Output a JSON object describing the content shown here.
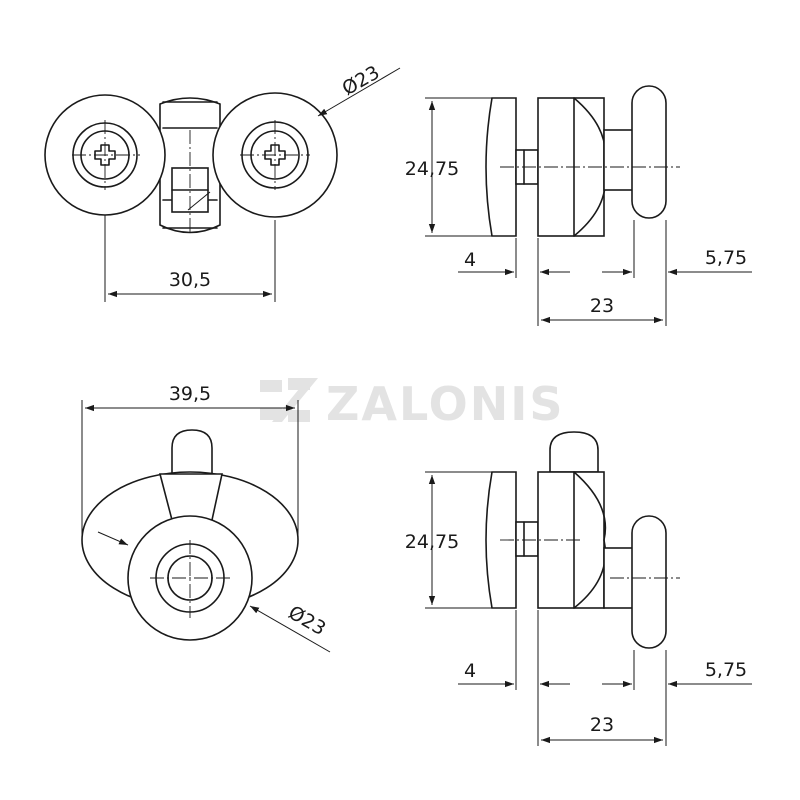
{
  "watermark": {
    "text": "ZALONIS"
  },
  "views": {
    "top_left": {
      "dim_width": "30,5",
      "dim_diameter": "Ø23"
    },
    "top_right": {
      "dim_height": "24,75",
      "dim_left": "4",
      "dim_right": "5,75",
      "dim_total": "23"
    },
    "bottom_left": {
      "dim_width": "39,5",
      "dim_diameter": "Ø23"
    },
    "bottom_right": {
      "dim_height": "24,75",
      "dim_left": "4",
      "dim_right": "5,75",
      "dim_total": "23"
    }
  }
}
